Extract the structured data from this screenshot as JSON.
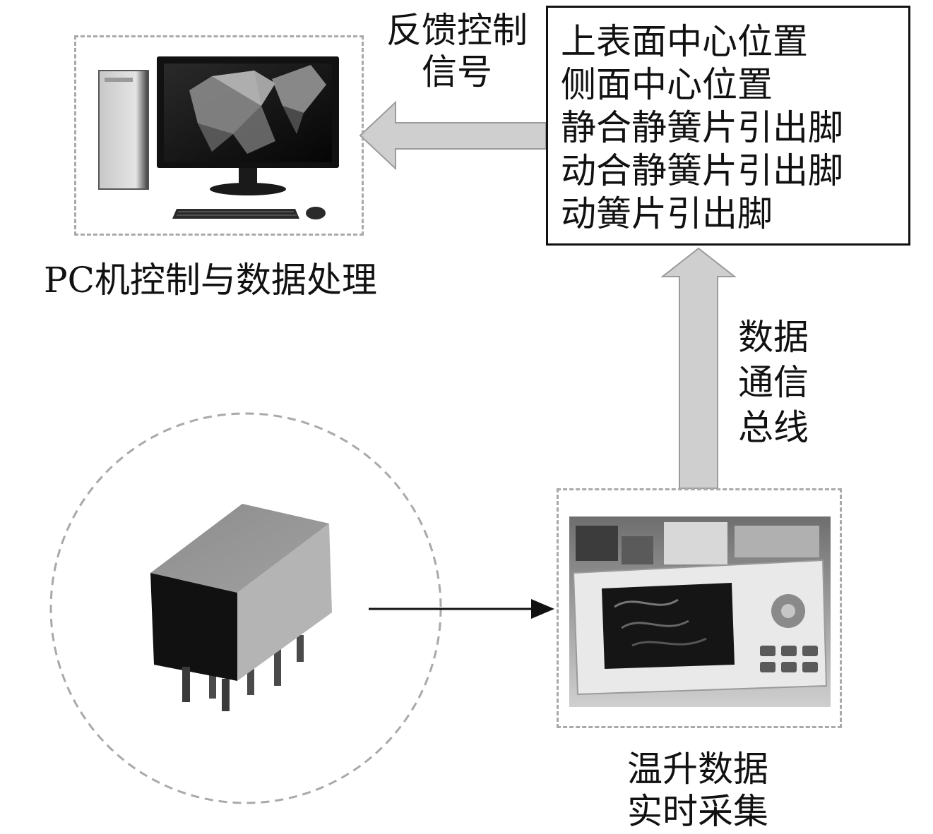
{
  "labels": {
    "feedback_signal": [
      "反馈控制",
      "信号"
    ],
    "pc_caption": "PC机控制与数据处理",
    "data_bus": [
      "数据",
      "通信",
      "总线"
    ],
    "acquisition_caption": [
      "温升数据",
      "实时采集"
    ]
  },
  "measurement_points": [
    "上表面中心位置",
    "侧面中心位置",
    "静合静簧片引出脚",
    "动合静簧片引出脚",
    "动簧片引出脚"
  ],
  "icons": {
    "computer": "desktop-computer-icon",
    "relay": "relay-component-icon",
    "recorder": "temperature-recorder-icon"
  }
}
